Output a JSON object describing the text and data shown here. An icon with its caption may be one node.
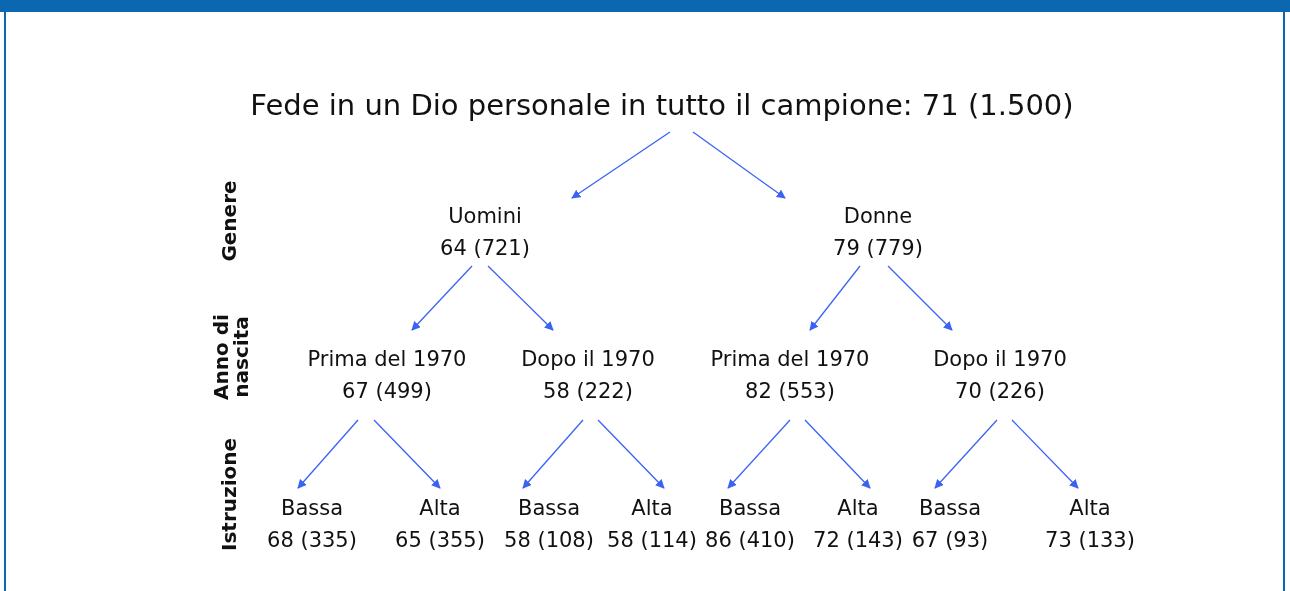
{
  "diagram": {
    "nodes": [
      {
        "text": [
          "Fede in un Dio personale in tutto il campione: 71 (1.500)"
        ]
      },
      {
        "text": [
          "Uomini",
          "64 (721)"
        ]
      },
      {
        "text": [
          "Donne",
          "79 (779)"
        ]
      },
      {
        "text": [
          "Prima del 1970",
          "67 (499)"
        ]
      },
      {
        "text": [
          "Dopo il 1970",
          "58 (222)"
        ]
      },
      {
        "text": [
          "Prima del 1970",
          "82 (553)"
        ]
      },
      {
        "text": [
          "Dopo il 1970",
          "70 (226)"
        ]
      },
      {
        "text": [
          "Bassa",
          "68 (335)"
        ]
      },
      {
        "text": [
          "Alta",
          "65 (355)"
        ]
      },
      {
        "text": [
          "Bassa",
          "58 (108)"
        ]
      },
      {
        "text": [
          "Alta",
          "58 (114)"
        ]
      },
      {
        "text": [
          "Bassa",
          "86 (410)"
        ]
      },
      {
        "text": [
          "Alta",
          "72 (143)"
        ]
      },
      {
        "text": [
          "Bassa",
          "67 (93)"
        ]
      },
      {
        "text": [
          "Alta",
          "73 (133)"
        ]
      }
    ],
    "edges": [
      {
        "from": 0,
        "to": 1,
        "arrow": "to"
      },
      {
        "from": 0,
        "to": 2,
        "arrow": "to"
      },
      {
        "from": 1,
        "to": 3,
        "arrow": "to"
      },
      {
        "from": 1,
        "to": 4,
        "arrow": "to"
      },
      {
        "from": 2,
        "to": 5,
        "arrow": "to"
      },
      {
        "from": 2,
        "to": 6,
        "arrow": "to"
      },
      {
        "from": 3,
        "to": 7,
        "arrow": "to"
      },
      {
        "from": 3,
        "to": 8,
        "arrow": "to"
      },
      {
        "from": 4,
        "to": 9,
        "arrow": "to"
      },
      {
        "from": 4,
        "to": 10,
        "arrow": "to"
      },
      {
        "from": 5,
        "to": 11,
        "arrow": "to"
      },
      {
        "from": 5,
        "to": 12,
        "arrow": "to"
      },
      {
        "from": 6,
        "to": 13,
        "arrow": "to"
      },
      {
        "from": 6,
        "to": 14,
        "arrow": "to"
      }
    ],
    "labels": [
      "Genere",
      "Anno di nascita",
      "Istruzione"
    ]
  }
}
